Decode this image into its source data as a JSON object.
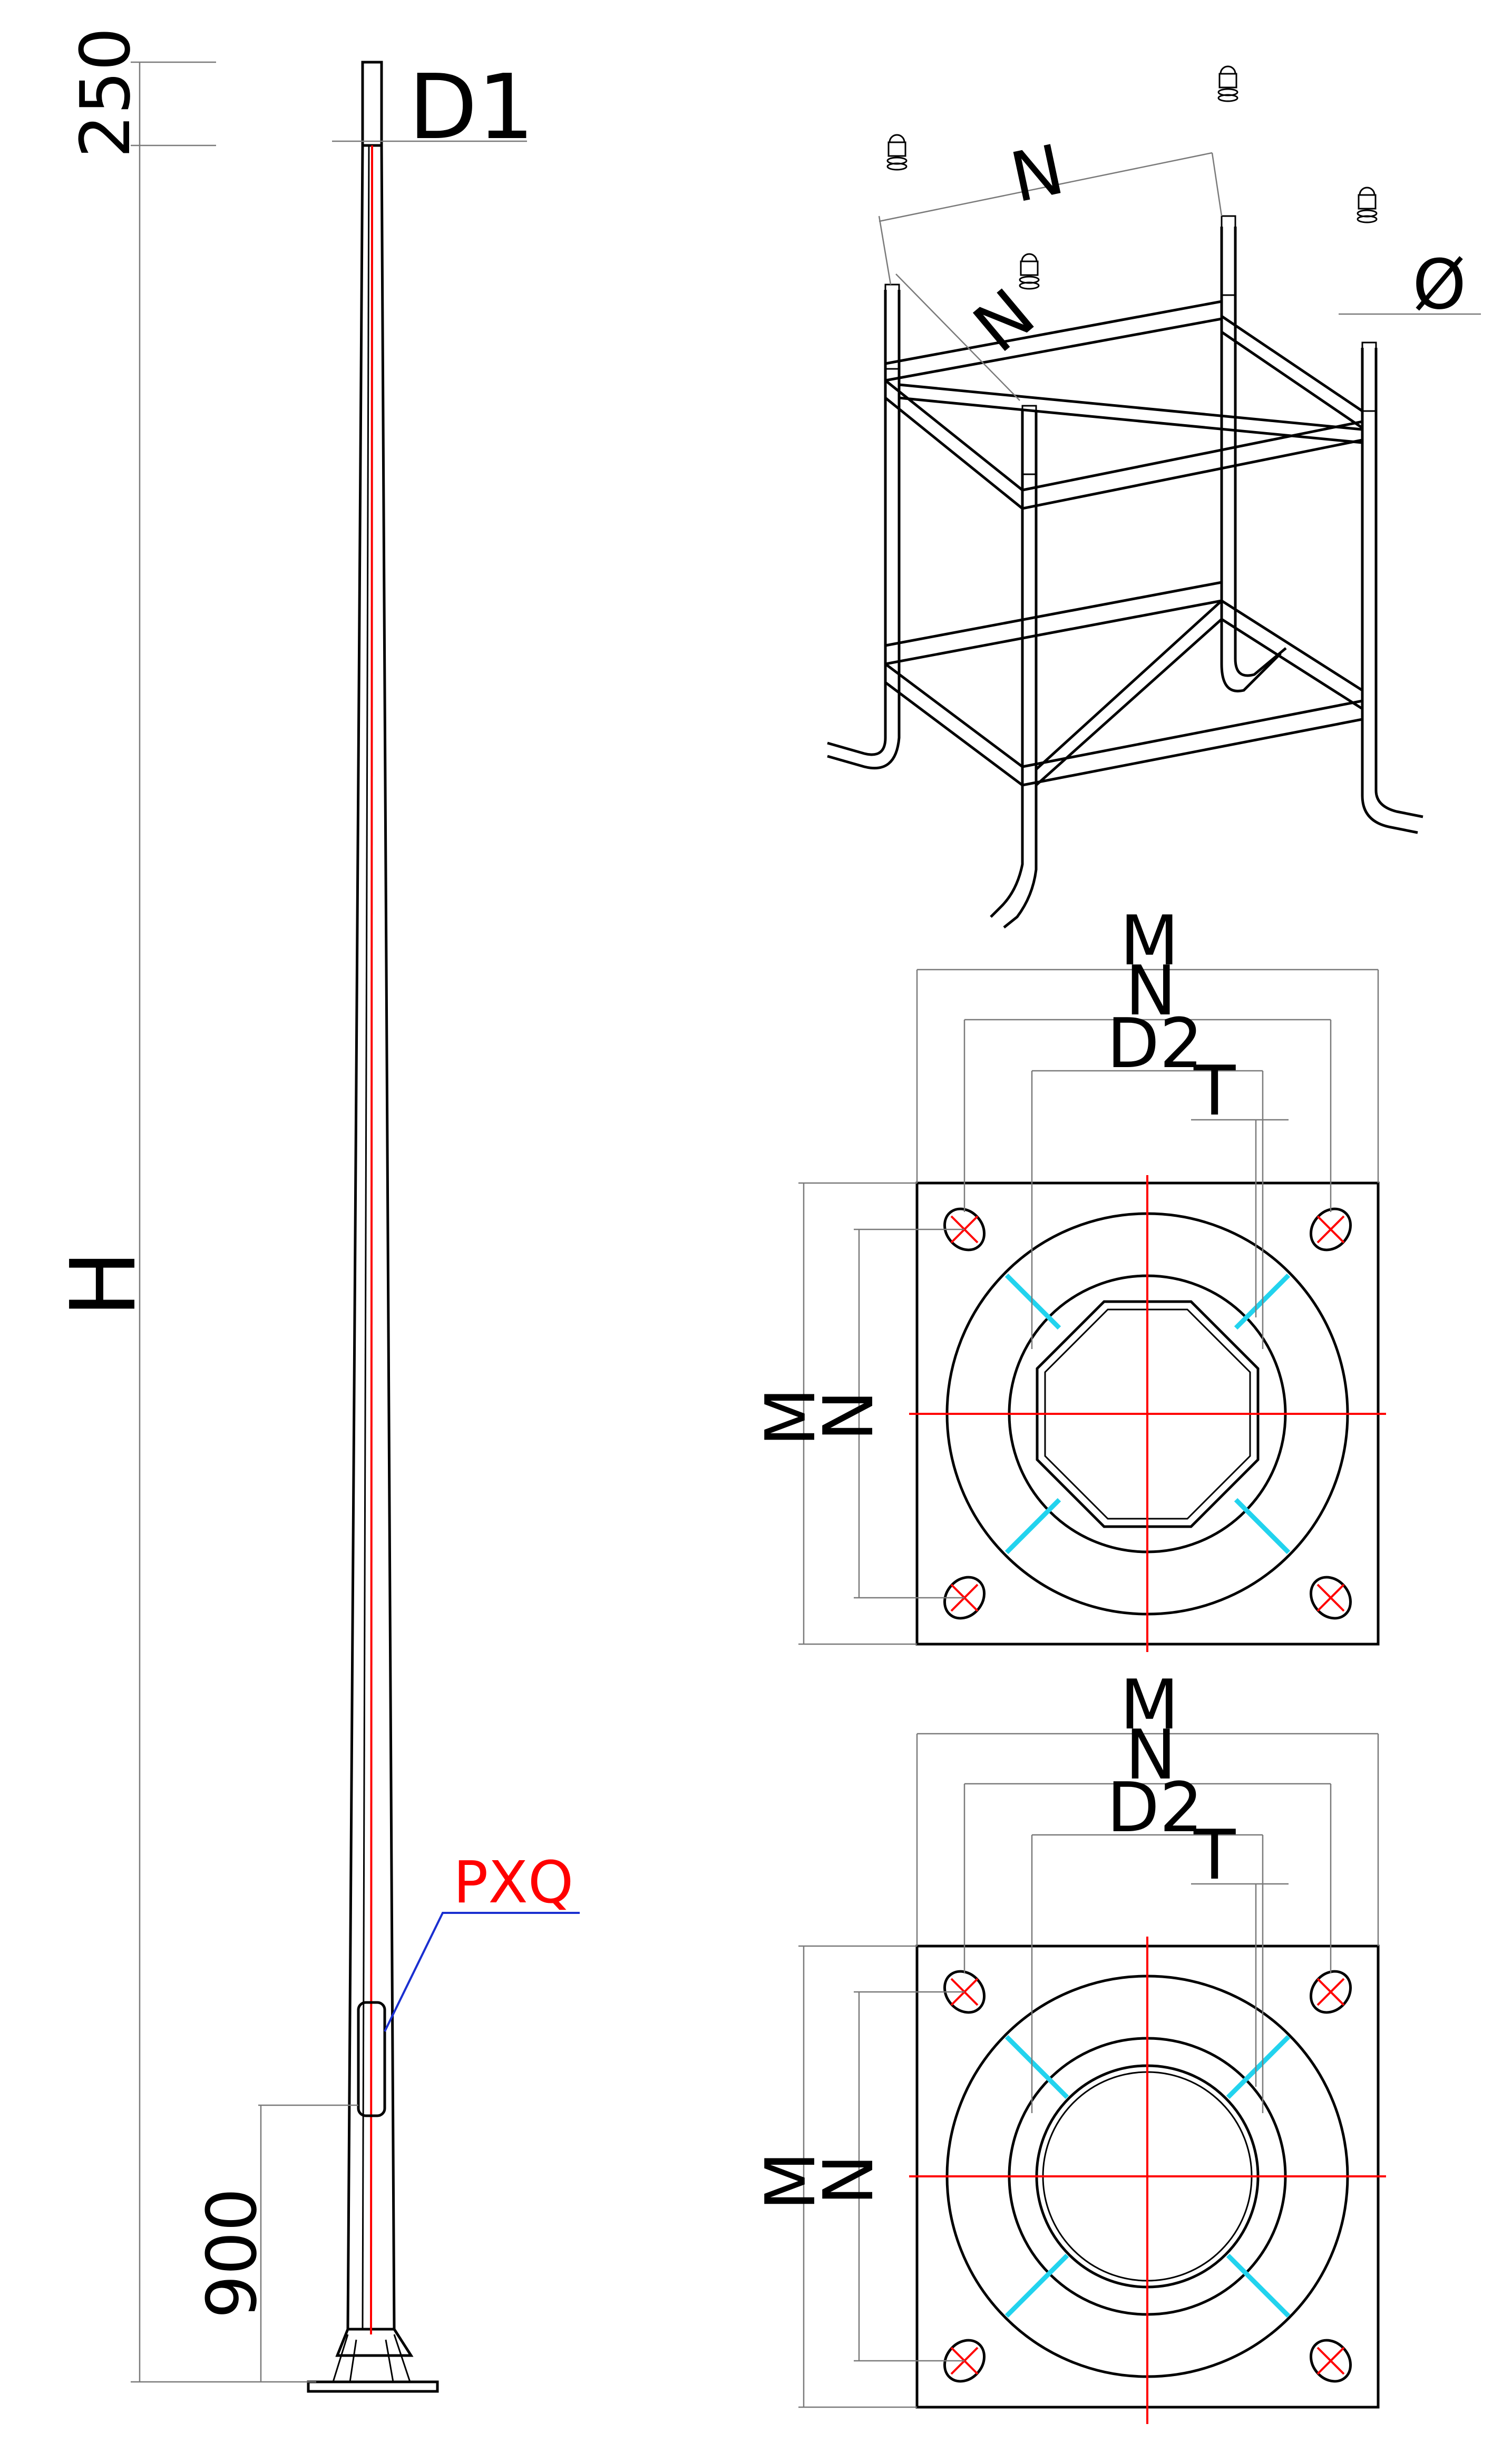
{
  "pole": {
    "top_length": "250",
    "top_diameter": "D1",
    "height": "H",
    "door_label": "PXQ",
    "door_height": "900"
  },
  "anchor_cage": {
    "spacing_1": "N",
    "spacing_2": "N",
    "bolt_diameter": "Ø"
  },
  "plate_octagonal": {
    "width_outer": "M",
    "bolt_spacing": "N",
    "flange_diameter": "D2",
    "thickness": "T",
    "side_outer": "M",
    "side_spacing": "N"
  },
  "plate_round": {
    "width_outer": "M",
    "bolt_spacing": "N",
    "flange_diameter": "D2",
    "thickness": "T",
    "side_outer": "M",
    "side_spacing": "N"
  },
  "colors": {
    "line": "#000000",
    "centerline": "#ff0000",
    "weld": "#22d3ee",
    "leader": "#1a2fd0",
    "label_highlight": "#ff0000"
  }
}
